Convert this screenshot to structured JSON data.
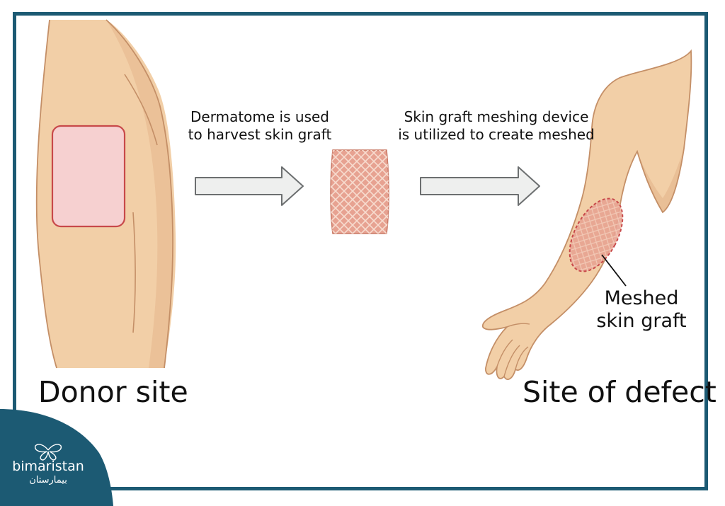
{
  "colors": {
    "frame": "#1c5a73",
    "skin": "#f2cfa7",
    "skin_shadow": "#d9a77b",
    "donor_patch": "#f6d0d0",
    "patch_border": "#c8494a",
    "graft_fill": "#e7a291",
    "arrow_fill": "#eeefee",
    "arrow_stroke": "#6c6f70",
    "logo_bg": "#1c5a73"
  },
  "icons": {
    "arrow_1": "right-arrow-icon",
    "arrow_2": "right-arrow-icon",
    "logo": "butterfly-icon"
  },
  "step1": {
    "lines": [
      "Dermatome is used",
      "to harvest skin graft"
    ]
  },
  "step2": {
    "lines": [
      "Skin graft meshing device",
      "is utilized to create meshed"
    ]
  },
  "donor_label": "Donor site",
  "defect_label": "Site of defect",
  "callout": {
    "lines": [
      "Meshed",
      "skin graft"
    ]
  },
  "logo": {
    "latin": "bimaristan",
    "arabic": "بيمارستان"
  }
}
